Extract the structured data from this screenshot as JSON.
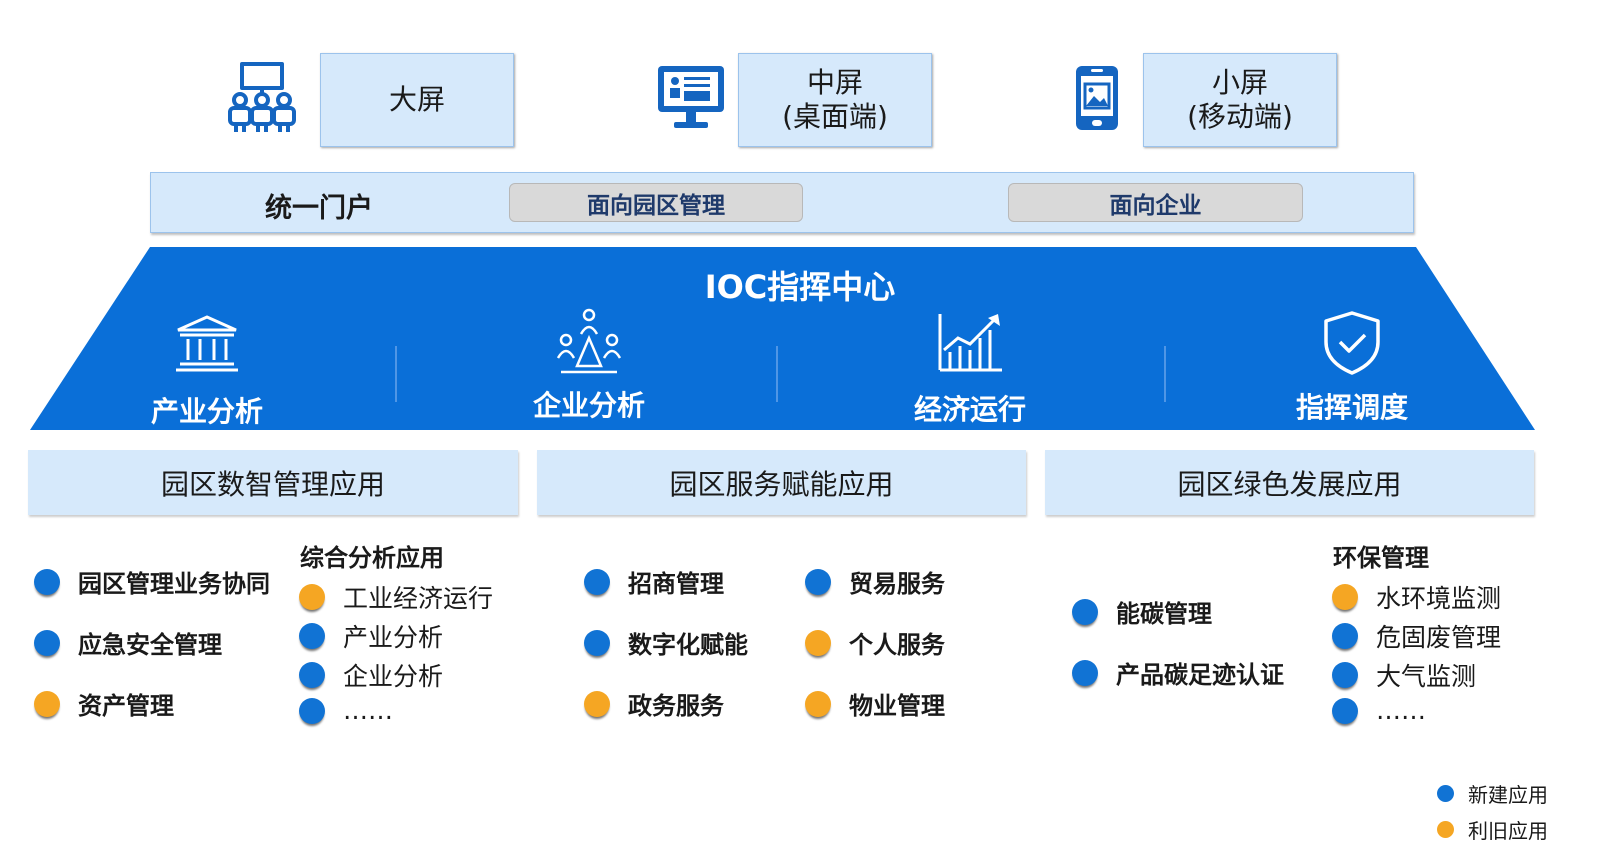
{
  "screens": {
    "big": {
      "label": "大屏",
      "icon": "video-wall-icon"
    },
    "medium": {
      "line1": "中屏",
      "line2": "(桌面端)",
      "icon": "desktop-monitor-icon"
    },
    "small": {
      "line1": "小屏",
      "line2": "(移动端)",
      "icon": "mobile-phone-icon"
    }
  },
  "portal": {
    "title": "统一门户",
    "park_management": "面向园区管理",
    "enterprise": "面向企业"
  },
  "ioc": {
    "title": "IOC指挥中心",
    "items": [
      {
        "label": "产业分析",
        "icon": "institution-building-icon"
      },
      {
        "label": "企业分析",
        "icon": "people-network-icon"
      },
      {
        "label": "经济运行",
        "icon": "growth-chart-icon"
      },
      {
        "label": "指挥调度",
        "icon": "shield-check-icon"
      }
    ]
  },
  "categories": {
    "digital": "园区数智管理应用",
    "service": "园区服务赋能应用",
    "green": "园区绿色发展应用"
  },
  "digital": {
    "items": [
      {
        "label": "园区管理业务协同",
        "status": "new"
      },
      {
        "label": "应急安全管理",
        "status": "new"
      },
      {
        "label": "资产管理",
        "status": "old"
      }
    ],
    "analysis": {
      "title": "综合分析应用",
      "items": [
        {
          "label": "工业经济运行",
          "status": "old"
        },
        {
          "label": "产业分析",
          "status": "new"
        },
        {
          "label": "企业分析",
          "status": "new"
        },
        {
          "label": "……",
          "status": "new"
        }
      ]
    }
  },
  "service": {
    "col1": [
      {
        "label": "招商管理",
        "status": "new"
      },
      {
        "label": "数字化赋能",
        "status": "new"
      },
      {
        "label": "政务服务",
        "status": "old"
      }
    ],
    "col2": [
      {
        "label": "贸易服务",
        "status": "new"
      },
      {
        "label": "个人服务",
        "status": "old"
      },
      {
        "label": "物业管理",
        "status": "old"
      }
    ]
  },
  "green": {
    "items": [
      {
        "label": "能碳管理",
        "status": "new"
      },
      {
        "label": "产品碳足迹认证",
        "status": "new"
      }
    ],
    "env": {
      "title": "环保管理",
      "items": [
        {
          "label": "水环境监测",
          "status": "old"
        },
        {
          "label": "危固废管理",
          "status": "new"
        },
        {
          "label": "大气监测",
          "status": "new"
        },
        {
          "label": "……",
          "status": "new"
        }
      ]
    }
  },
  "legend": {
    "new": "新建应用",
    "old": "利旧应用"
  },
  "colors": {
    "primary_blue": "#0a6fd8",
    "light_blue": "#d6e9fb",
    "new_dot": "#1173d4",
    "old_dot": "#f5a623"
  }
}
